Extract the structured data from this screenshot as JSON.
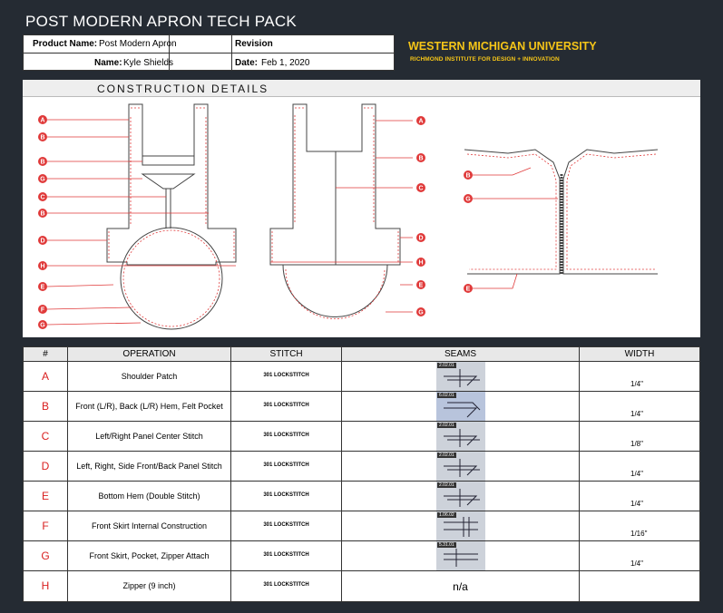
{
  "title": "POST MODERN APRON TECH PACK",
  "info": {
    "product_label": "Product Name:",
    "product_value": "Post Modern Apron",
    "name_label": "Name:",
    "name_value": "Kyle Shields",
    "revision_label": "Revision",
    "date_label": "Date:",
    "date_value": "Feb 1, 2020"
  },
  "brand": {
    "name": "WESTERN MICHIGAN UNIVERSITY",
    "sub": "RICHMOND INSTITUTE FOR DESIGN + INNOVATION",
    "color": "#f5c518"
  },
  "construction": {
    "heading": "CONSTRUCTION DETAILS",
    "callout_color": "#e03a3a",
    "front_labels": [
      "A",
      "B",
      "B",
      "G",
      "C",
      "B",
      "D",
      "H",
      "E",
      "F",
      "G"
    ],
    "back_labels": [
      "A",
      "B",
      "C",
      "D",
      "H",
      "E",
      "G"
    ],
    "zipper_labels": [
      "B",
      "G",
      "E"
    ]
  },
  "table": {
    "headers": [
      "#",
      "OPERATION",
      "STITCH",
      "SEAMS",
      "WIDTH"
    ],
    "rows": [
      {
        "id": "A",
        "operation": "Shoulder Patch",
        "stitch": "301 LOCKSTITCH",
        "seam": "2.02.01",
        "width": "1/4\""
      },
      {
        "id": "B",
        "operation": "Front (L/R), Back (L/R) Hem, Felt Pocket",
        "stitch": "301 LOCKSTITCH",
        "seam": "6.02.01",
        "width": "1/4\""
      },
      {
        "id": "C",
        "operation": "Left/Right Panel Center Stitch",
        "stitch": "301 LOCKSTITCH",
        "seam": "2.02.01",
        "width": "1/8\""
      },
      {
        "id": "D",
        "operation": "Left, Right, Side Front/Back Panel Stitch",
        "stitch": "301 LOCKSTITCH",
        "seam": "2.02.01",
        "width": "1/4\""
      },
      {
        "id": "E",
        "operation": "Bottom Hem (Double Stitch)",
        "stitch": "301 LOCKSTITCH",
        "seam": "2.02.01",
        "width": "1/4\""
      },
      {
        "id": "F",
        "operation": "Front Skirt Internal Construction",
        "stitch": "301 LOCKSTITCH",
        "seam": "1.06.02",
        "width": "1/16\""
      },
      {
        "id": "G",
        "operation": "Front Skirt, Pocket, Zipper Attach",
        "stitch": "301 LOCKSTITCH",
        "seam": "5.31.01",
        "width": "1/4\""
      },
      {
        "id": "H",
        "operation": "Zipper (9 inch)",
        "stitch": "301 LOCKSTITCH",
        "seam": "n/a",
        "width": ""
      }
    ]
  }
}
